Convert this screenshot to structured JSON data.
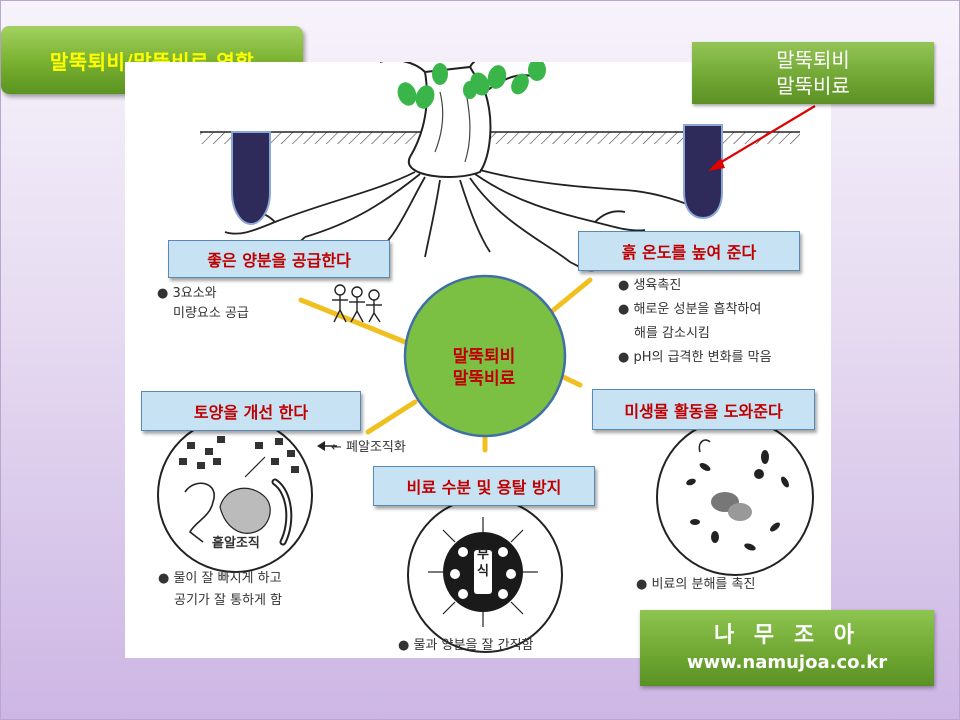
{
  "title": "말뚝퇴비/말뚝비료 역할",
  "corner_label": [
    "말뚝퇴비",
    "말뚝비료"
  ],
  "center": [
    "말뚝퇴비",
    "말뚝비료"
  ],
  "callouts": {
    "nutrient": "좋은 양분을 공급한다",
    "soil_temp": "흙 온도를 높여 준다",
    "soil_improve": "토양을 개선 한다",
    "microbe": "미생물 활동을 도와준다",
    "leaching": "비료 수분 및 용탈 방지"
  },
  "notes": {
    "nutrient": [
      "● 3요소와",
      "미량요소 공급"
    ],
    "soil_temp": [
      "● 생육촉진",
      "● 해로운 성분을 흡착하여",
      "해를 감소시킴",
      "● pH의 급격한 변화를 막음"
    ],
    "single_grain": "← 폐알조직화",
    "aggregate": "홑알조직",
    "drainage": [
      "● 물이 잘 빠지게 하고",
      "공기가 잘 통하게 함"
    ],
    "decompose": "● 비료의 분해를 촉진",
    "retain": "● 물과 양분을 잘 간직함",
    "humus": [
      "부",
      "식"
    ]
  },
  "brand": {
    "name": "나 무 조 아",
    "url": "www.namujoa.co.kr"
  },
  "colors": {
    "title_text": "#ffff00",
    "green_badge": "#77b02f",
    "callout_bg": "#c7e3f3",
    "callout_text": "#c00000",
    "center_circle": "#7cc043",
    "stake": "#2e2a5a",
    "arrow": "#e00000",
    "connector": "#f0c020"
  }
}
